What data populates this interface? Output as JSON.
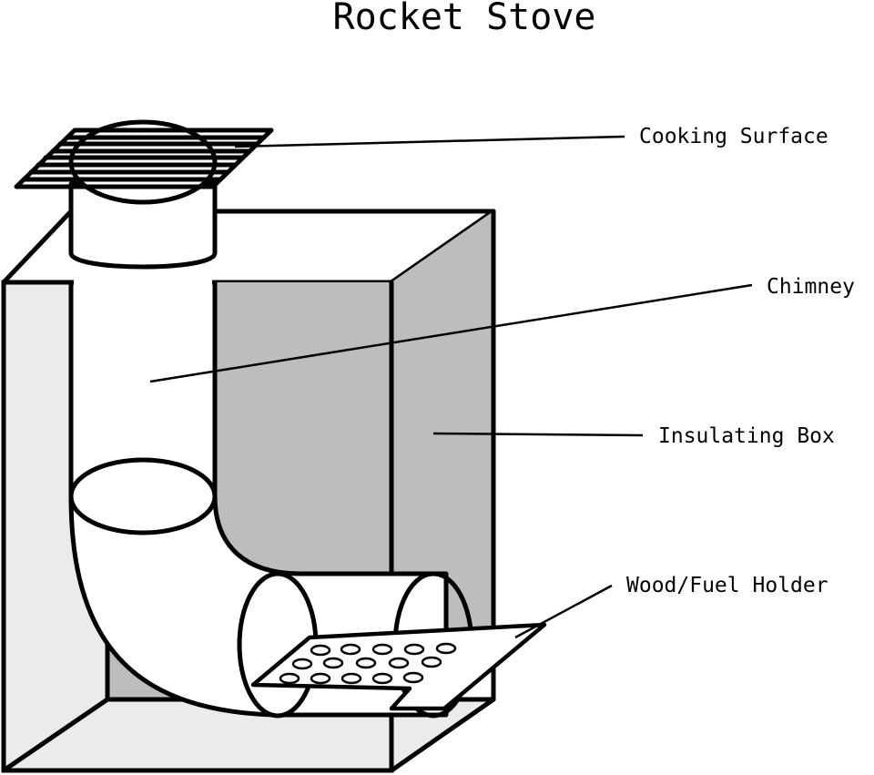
{
  "diagram": {
    "title": "Rocket Stove",
    "labels": {
      "cooking_surface": "Cooking Surface",
      "chimney": "Chimney",
      "insulating_box": "Insulating Box",
      "fuel_holder": "Wood/Fuel Holder"
    },
    "colors": {
      "box_light": "#ebebeb",
      "box_dark": "#bdbdbd",
      "pipe": "#ffffff",
      "line": "#000000"
    }
  }
}
